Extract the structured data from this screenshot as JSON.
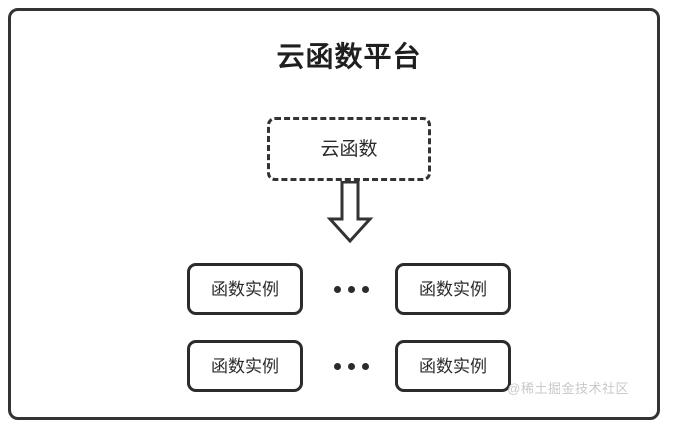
{
  "diagram": {
    "title": "云函数平台",
    "cloud_function": {
      "label": "云函数",
      "border_style": "dashed"
    },
    "arrow": {
      "icon": "down-block-arrow",
      "direction": "down"
    },
    "instance_rows": [
      {
        "left_label": "函数实例",
        "ellipsis": "•••",
        "right_label": "函数实例"
      },
      {
        "left_label": "函数实例",
        "ellipsis": "•••",
        "right_label": "函数实例"
      }
    ],
    "watermark": "@稀土掘金技术社区",
    "colors": {
      "background": "#ffffff",
      "frame_border": "#333333",
      "box_border": "#2b2b2b",
      "title_text": "#1f1f1f",
      "body_text": "#2b2b2b",
      "watermark_text": "#c9c9c9"
    }
  }
}
